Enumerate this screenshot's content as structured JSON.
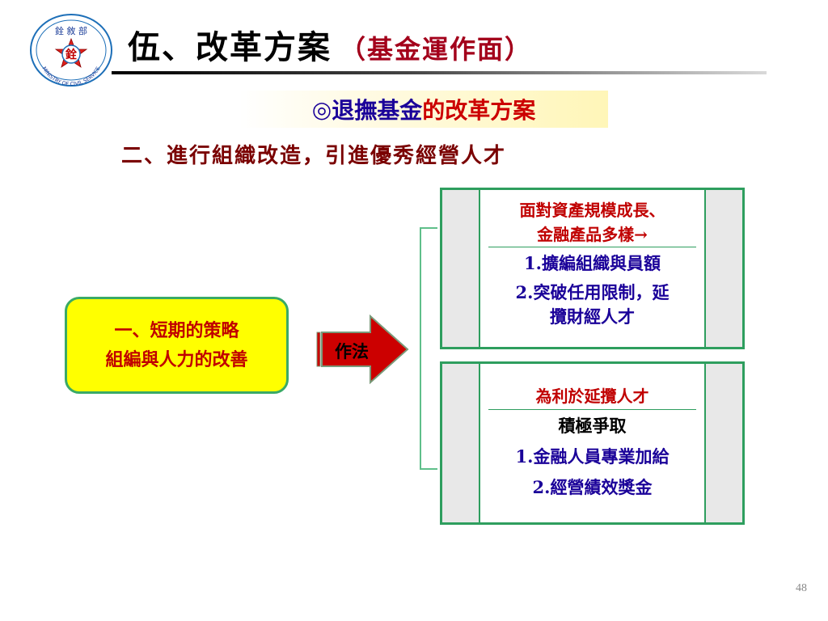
{
  "logo": {
    "top_text": "銓 敘 部",
    "ring_text": "MINISTRY OF CIVIL SERVICE",
    "center_char": "銓",
    "icon": "ministry-seal-icon"
  },
  "header": {
    "title": "伍、改革方案",
    "subtitle": "（基金運作面）"
  },
  "banner": {
    "symbol": "◎",
    "blue_text": "退撫基金",
    "red_text": "的改革方案"
  },
  "subhead": "二、進行組織改造，引進優秀經營人才",
  "left_box": {
    "line1": "一、短期的策略",
    "line2": "組編與人力的改善"
  },
  "arrow": {
    "label": "作法",
    "icon": "right-arrow-icon"
  },
  "box1": {
    "heading_line1": "面對資產規模成長、",
    "heading_line2": "金融產品多樣→",
    "item1": "1.擴編組織與員額",
    "item2_line1": "2.突破任用限制，延",
    "item2_line2": "攬財經人才"
  },
  "box2": {
    "heading": "為利於延攬人才",
    "lead": "積極爭取",
    "item1": "1.金融人員專業加給",
    "item2": "2.經營績效獎金"
  },
  "page_number": "48",
  "colors": {
    "title_red": "#a3001b",
    "banner_blue": "#1a0099",
    "banner_red": "#cc0000",
    "box_green": "#2e9e5e",
    "left_box_fill": "#ffff00",
    "arrow_fill": "#cc0000"
  }
}
